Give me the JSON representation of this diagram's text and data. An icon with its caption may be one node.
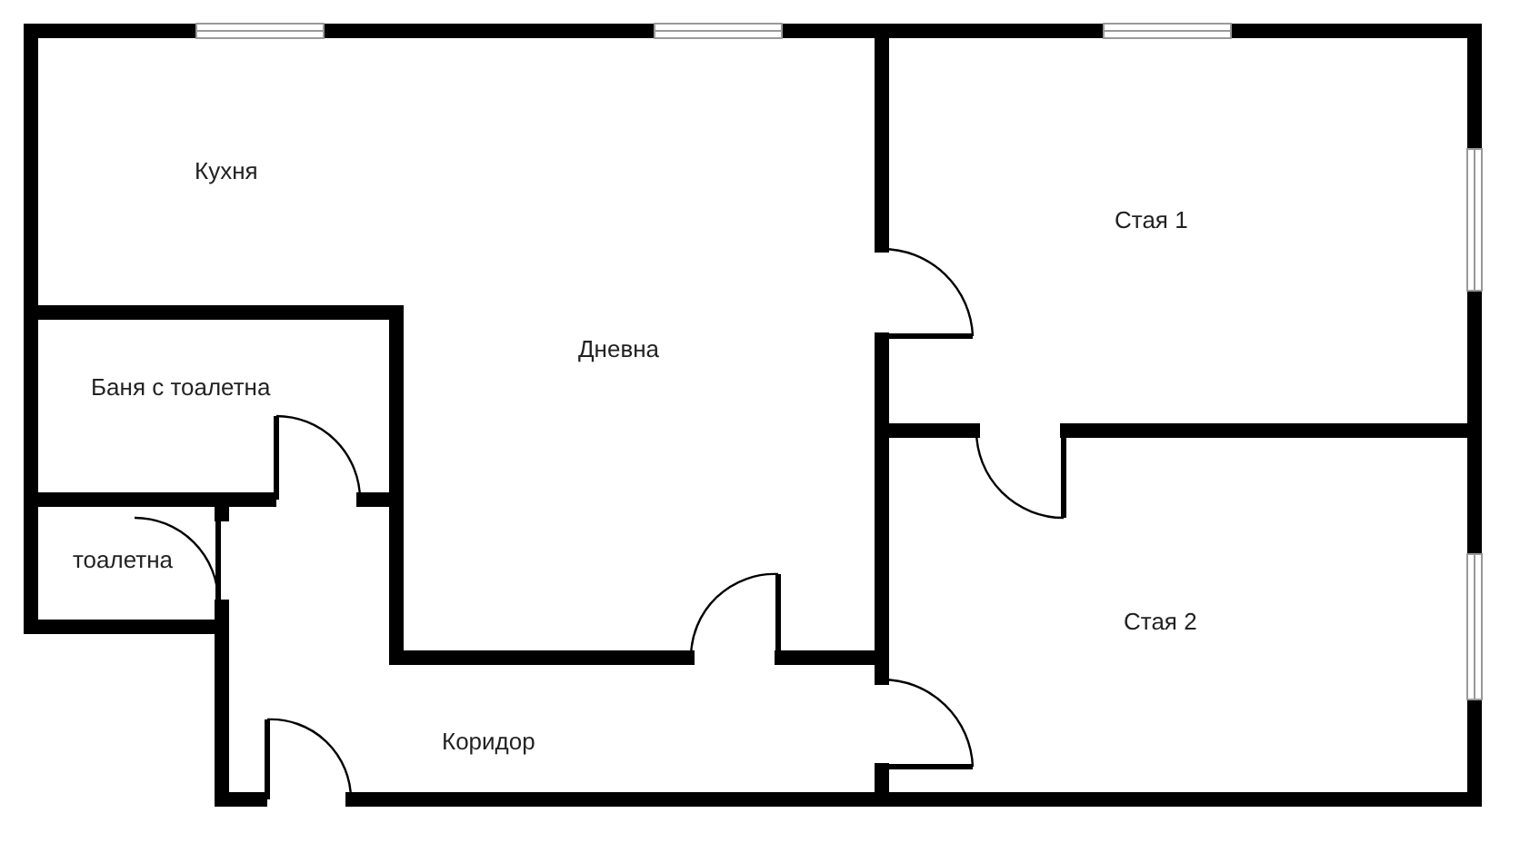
{
  "diagram": {
    "labels": [
      "Кухня",
      "Стая 1",
      "Дневна",
      "Баня с тоалетна",
      "тоалетна",
      "Стая 2",
      "Коридор"
    ]
  }
}
